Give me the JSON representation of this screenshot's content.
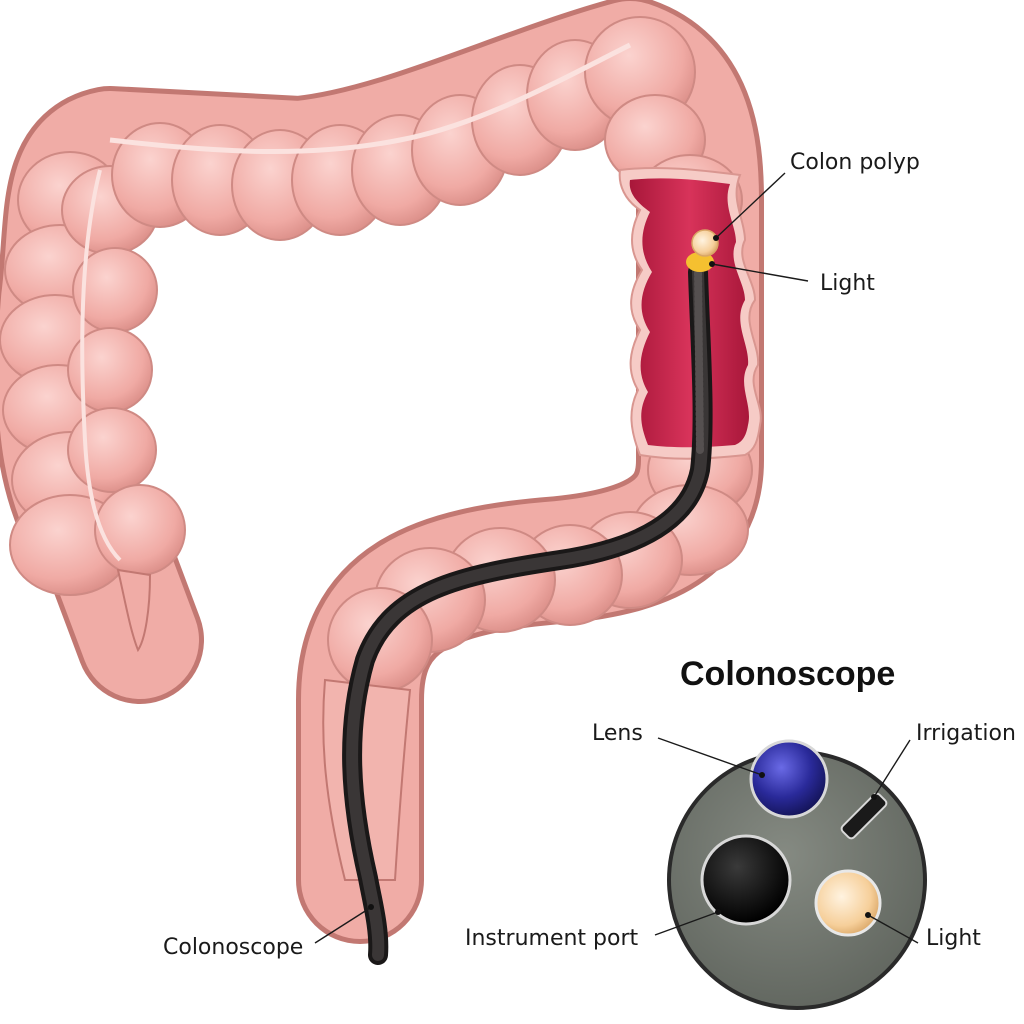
{
  "diagram": {
    "labels": {
      "colon_polyp": "Colon polyp",
      "light_top": "Light",
      "colonoscope_tube": "Colonoscope"
    },
    "tip_detail": {
      "title": "Colonoscope",
      "lens": "Lens",
      "irrigation": "Irrigation",
      "instrument_port": "Instrument port",
      "light": "Light"
    }
  },
  "colors": {
    "colon_tissue": "#f2b4ae",
    "colon_shadow": "#d98c86",
    "colon_interior": "#c2254a",
    "scope_tube": "#2b2828",
    "tip_face": "#6e736c",
    "lens": "#2a2a9a",
    "light_bulb": "#f6cf9a"
  }
}
